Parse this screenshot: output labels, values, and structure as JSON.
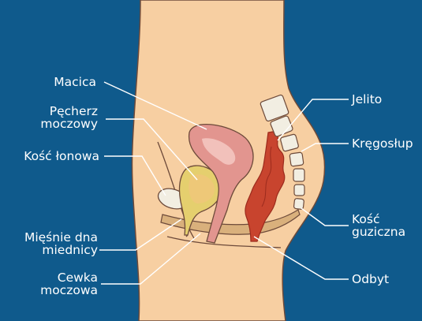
{
  "colors": {
    "background": "#0f5a8c",
    "skin": "#f7cfa2",
    "skin_outline": "#6d4a3a",
    "uterus": "#e2958f",
    "uterus_inner": "#f2c1bb",
    "bladder": "#e5cf6e",
    "bladder_inner": "#eec878",
    "pelvic_floor": "#d9b07c",
    "bone": "#f2eee2",
    "rectum": "#c8442e",
    "rectum_dark": "#9c2b1d",
    "leader_line": "#ffffff"
  },
  "labels": {
    "macica": "Macica",
    "pecherz_1": "Pęcherz",
    "pecherz_2": "moczowy",
    "kosc_lonowa": "Kość łonowa",
    "miesnie_1": "Mięśnie dna",
    "miesnie_2": "miednicy",
    "cewka_1": "Cewka",
    "cewka_2": "moczowa",
    "jelito": "Jelito",
    "kregoslup": "Kręgosłup",
    "kosc_guziczna_1": "Kość",
    "kosc_guziczna_2": "guziczna",
    "odbyt": "Odbyt"
  }
}
